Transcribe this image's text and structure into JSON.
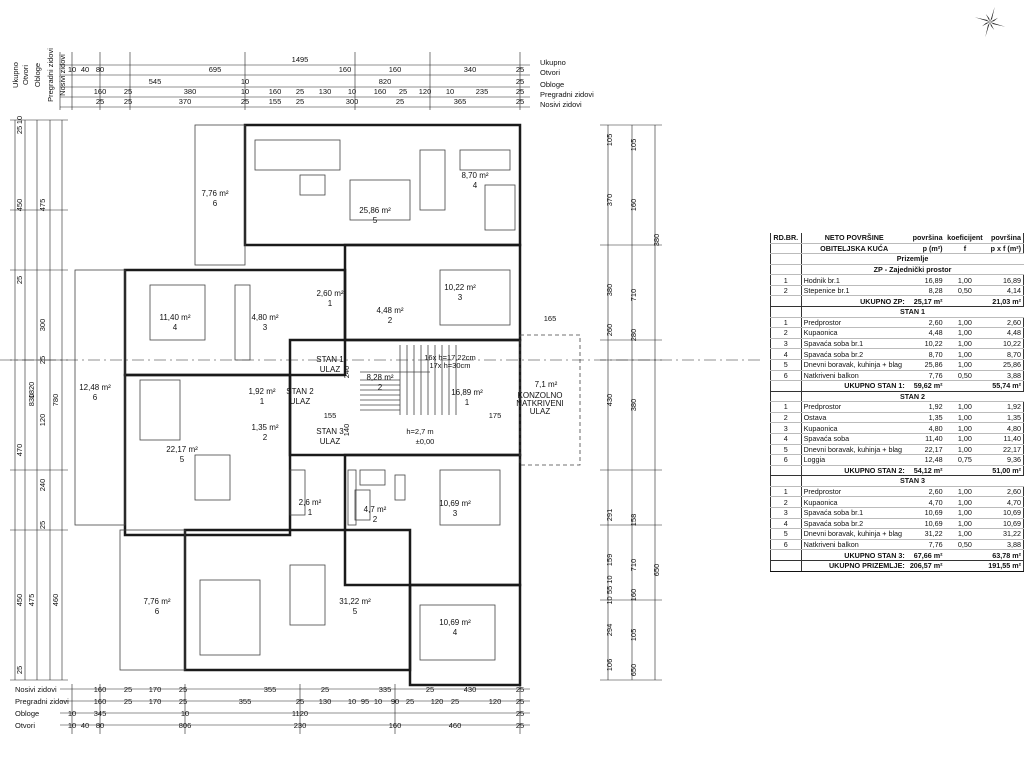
{
  "compass_icon": "compass-rose-icon",
  "top_dims": {
    "row_labels": [
      "Ukupno",
      "Otvori",
      "Obloge",
      "Pregradni zidovi",
      "Nosivi zidovi"
    ],
    "ukupno": "1495",
    "otvori": [
      "10",
      "40",
      "80",
      "695",
      "160",
      "160",
      "340",
      "25"
    ],
    "obloge": [
      "545",
      "10",
      "820",
      "25"
    ],
    "pregradni": [
      "160",
      "25",
      "380",
      "10",
      "160",
      "25",
      "130",
      "10",
      "160",
      "25",
      "120",
      "10",
      "235",
      "25"
    ],
    "nosivi": [
      "25",
      "25",
      "370",
      "25",
      "155",
      "25",
      "300",
      "25",
      "365",
      "25"
    ]
  },
  "bottom_dims": {
    "row_labels": [
      "Nosivi zidovi",
      "Pregradni zidovi",
      "Obloge",
      "Otvori"
    ],
    "nosivi": [
      "160",
      "25",
      "170",
      "25",
      "355",
      "25",
      "335",
      "25",
      "430",
      "25"
    ],
    "pregradni": [
      "160",
      "25",
      "170",
      "25",
      "355",
      "25",
      "130",
      "10",
      "95",
      "10",
      "90",
      "25",
      "120",
      "25",
      "120",
      "25"
    ],
    "obloge": [
      "10",
      "345",
      "10",
      "1120",
      "25"
    ],
    "otvori": [
      "10",
      "40",
      "80",
      "806",
      "230",
      "160",
      "460",
      "25"
    ]
  },
  "left_dims": {
    "row_labels": [
      "Ukupno",
      "Otvori",
      "Obloge",
      "Pregradni zidovi",
      "Nosivi zidovi"
    ],
    "total": "1820",
    "values": [
      "10",
      "25",
      "450",
      "475",
      "25",
      "300",
      "25",
      "830",
      "780",
      "120",
      "470",
      "240",
      "25",
      "450",
      "475",
      "460",
      "25"
    ]
  },
  "right_dims": {
    "values_a": [
      "105",
      "370",
      "380",
      "260",
      "430",
      "291",
      "159",
      "10 55 10",
      "294",
      "106"
    ],
    "values_b": [
      "105",
      "160",
      "710",
      "280",
      "380",
      "158",
      "710",
      "160",
      "105",
      "650"
    ]
  },
  "rooms": [
    {
      "area": "7,76 m²",
      "num": "6"
    },
    {
      "area": "25,86 m²",
      "num": "5"
    },
    {
      "area": "8,70 m²",
      "num": "4"
    },
    {
      "area": "10,22 m²",
      "num": "3"
    },
    {
      "area": "2,60 m²",
      "num": "1"
    },
    {
      "area": "4,48 m²",
      "num": "2"
    },
    {
      "area": "11,40 m²",
      "num": "4"
    },
    {
      "area": "4,80 m²",
      "num": "3"
    },
    {
      "area": "12,48 m²",
      "num": "6"
    },
    {
      "area": "1,92 m²",
      "num": "1"
    },
    {
      "area": "1,35 m²",
      "num": "2"
    },
    {
      "area": "22,17 m²",
      "num": "5"
    },
    {
      "area": "8,28 m²",
      "num": "2"
    },
    {
      "area": "16,89 m²",
      "num": "1"
    },
    {
      "area": "7,1 m²",
      "num": ""
    },
    {
      "area": "2,6 m²",
      "num": "1"
    },
    {
      "area": "4,7 m²",
      "num": "2"
    },
    {
      "area": "10,69 m²",
      "num": "3"
    },
    {
      "area": "31,22 m²",
      "num": "5"
    },
    {
      "area": "10,69 m²",
      "num": "4"
    },
    {
      "area": "7,76 m²",
      "num": "6"
    }
  ],
  "labels": {
    "stan1": "STAN 1",
    "stan2": "STAN 2",
    "stan3": "STAN 3",
    "ulaz": "ULAZ",
    "konzolno": "KONZOLNO",
    "natkriveni": "NATKRIVENI",
    "ulaz2": "ULAZ",
    "stairs": "16x h=17,22cm",
    "stairs2": "17x h=30cm",
    "level": "h=2,7 m",
    "level2": "±0,00",
    "d165": "165",
    "d175": "175",
    "d155": "155",
    "d140": "140",
    "d240": "240"
  },
  "legend": {
    "col_rd": "RD.BR.",
    "col_name": "NETO POVRŠINE",
    "col_p": "površina",
    "col_f": "koeficijent",
    "col_pf": "površina",
    "sub_name": "OBITELJSKA KUĆA",
    "sub_p": "p (m²)",
    "sub_f": "f",
    "sub_pf": "p x f (m²)",
    "floor": "Prizemlje",
    "groups": [
      {
        "title": "ZP - Zajednički prostor",
        "rows": [
          {
            "no": "1",
            "name": "Hodnik br.1",
            "p": "16,89",
            "f": "1,00",
            "pf": "16,89"
          },
          {
            "no": "2",
            "name": "Stepenice br.1",
            "p": "8,28",
            "f": "0,50",
            "pf": "4,14"
          }
        ],
        "sum_label": "UKUPNO ZP:",
        "sum_p": "25,17 m²",
        "sum_pf": "21,03 m²"
      },
      {
        "title": "STAN 1",
        "rows": [
          {
            "no": "1",
            "name": "Predprostor",
            "p": "2,60",
            "f": "1,00",
            "pf": "2,60"
          },
          {
            "no": "2",
            "name": "Kupaonica",
            "p": "4,48",
            "f": "1,00",
            "pf": "4,48"
          },
          {
            "no": "3",
            "name": "Spavaća soba br.1",
            "p": "10,22",
            "f": "1,00",
            "pf": "10,22"
          },
          {
            "no": "4",
            "name": "Spavaća soba br.2",
            "p": "8,70",
            "f": "1,00",
            "pf": "8,70"
          },
          {
            "no": "5",
            "name": "Dnevni boravak, kuhinja + blag",
            "p": "25,86",
            "f": "1,00",
            "pf": "25,86"
          },
          {
            "no": "6",
            "name": "Natkriveni balkon",
            "p": "7,76",
            "f": "0,50",
            "pf": "3,88"
          }
        ],
        "sum_label": "UKUPNO STAN 1:",
        "sum_p": "59,62 m²",
        "sum_pf": "55,74 m²"
      },
      {
        "title": "STAN 2",
        "rows": [
          {
            "no": "1",
            "name": "Predprostor",
            "p": "1,92",
            "f": "1,00",
            "pf": "1,92"
          },
          {
            "no": "2",
            "name": "Ostava",
            "p": "1,35",
            "f": "1,00",
            "pf": "1,35"
          },
          {
            "no": "3",
            "name": "Kupaonica",
            "p": "4,80",
            "f": "1,00",
            "pf": "4,80"
          },
          {
            "no": "4",
            "name": "Spavaća soba",
            "p": "11,40",
            "f": "1,00",
            "pf": "11,40"
          },
          {
            "no": "5",
            "name": "Dnevni boravak, kuhinja + blag",
            "p": "22,17",
            "f": "1,00",
            "pf": "22,17"
          },
          {
            "no": "6",
            "name": "Loggia",
            "p": "12,48",
            "f": "0,75",
            "pf": "9,36"
          }
        ],
        "sum_label": "UKUPNO STAN 2:",
        "sum_p": "54,12 m²",
        "sum_pf": "51,00 m²"
      },
      {
        "title": "STAN 3",
        "rows": [
          {
            "no": "1",
            "name": "Predprostor",
            "p": "2,60",
            "f": "1,00",
            "pf": "2,60"
          },
          {
            "no": "2",
            "name": "Kupaonica",
            "p": "4,70",
            "f": "1,00",
            "pf": "4,70"
          },
          {
            "no": "3",
            "name": "Spavaća soba br.1",
            "p": "10,69",
            "f": "1,00",
            "pf": "10,69"
          },
          {
            "no": "4",
            "name": "Spavaća soba br.2",
            "p": "10,69",
            "f": "1,00",
            "pf": "10,69"
          },
          {
            "no": "5",
            "name": "Dnevni boravak, kuhinja + blag",
            "p": "31,22",
            "f": "1,00",
            "pf": "31,22"
          },
          {
            "no": "6",
            "name": "Natkriveni balkon",
            "p": "7,76",
            "f": "0,50",
            "pf": "3,88"
          }
        ],
        "sum_label": "UKUPNO STAN 3:",
        "sum_p": "67,66 m²",
        "sum_pf": "63,78 m²"
      }
    ],
    "total_label": "UKUPNO PRIZEMLJE:",
    "total_p": "206,57 m²",
    "total_pf": "191,55 m²"
  }
}
